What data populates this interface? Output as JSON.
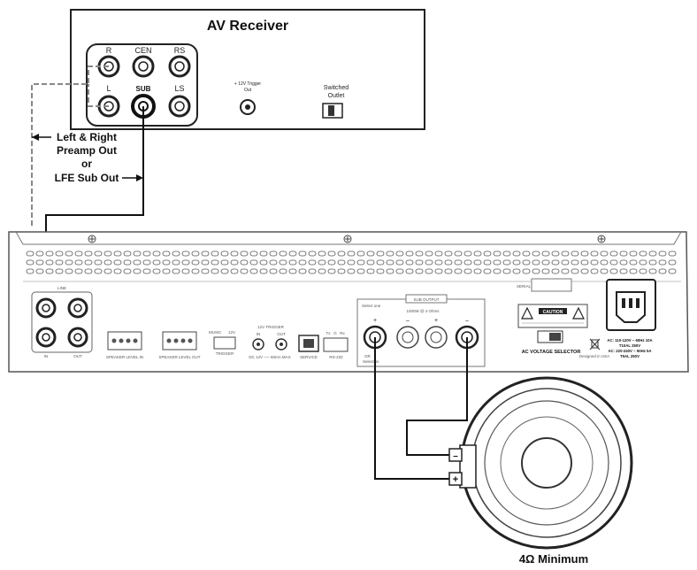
{
  "receiver": {
    "title": "AV Receiver",
    "jacks": {
      "r": "R",
      "cen": "CEN",
      "rs": "RS",
      "l": "L",
      "sub": "SUB",
      "ls": "LS"
    },
    "trigger": [
      "+ 12V Trigger",
      "Out"
    ],
    "outlet": [
      "Switched",
      "Outlet"
    ]
  },
  "callout": [
    "Left & Right",
    "Preamp Out",
    "or",
    "LFE Sub Out"
  ],
  "amp": {
    "line_label": "LINE",
    "line_in": "IN",
    "line_out": "OUT",
    "speaker_level_in": "SPEAKER LEVEL IN",
    "speaker_level_out": "SPEAKER LEVEL OUT",
    "trigger_switch": [
      "MUSIC",
      "12V",
      "TRIGGER"
    ],
    "trigger_12v": [
      "12V TRIGGER",
      "IN",
      "OUT",
      "DC 12V ── 50mA MAX"
    ],
    "service": "SERVICE",
    "rs232": [
      "Tx",
      "G",
      "Rx",
      "RS-232"
    ],
    "serial": "SERIAL:",
    "sub_output": "SUB OUTPUT",
    "select_one": "Select one",
    "power_4ohm": "1000W @ 4 Ohms",
    "polarity": [
      "+",
      "–",
      "+",
      "–"
    ],
    "or_label": [
      "OR",
      "Selection"
    ],
    "caution": "CAUTION",
    "ac_voltage_selector": "AC VOLTAGE SELECTOR",
    "designed": "Designed in USA",
    "ac_ratings": [
      "AC: 110-120V ~ 60Hz 10A",
      "T10AL 250V",
      "AC: 220-240V ~ 50Hz 5A",
      "T5AL 250V"
    ]
  },
  "speaker": {
    "terminals": [
      "–",
      "+"
    ],
    "label": "4Ω Minimum"
  }
}
